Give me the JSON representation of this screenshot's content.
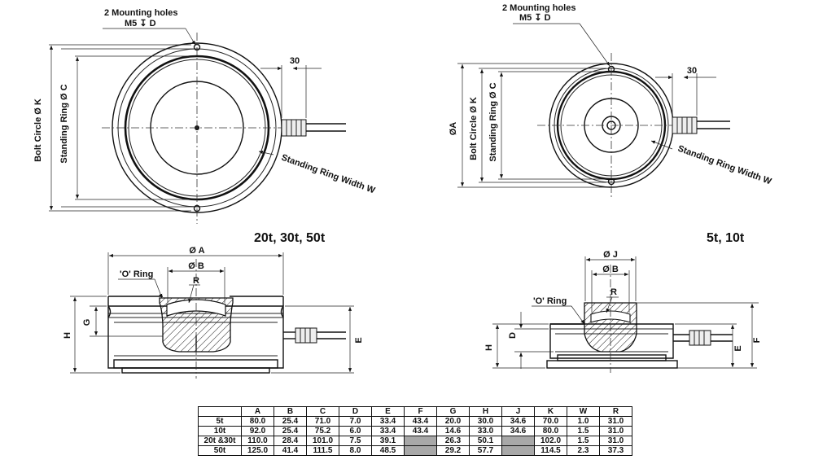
{
  "labels": {
    "mounting_holes_left": "2 Mounting holes",
    "mounting_thread_left": "M5 ↧ D",
    "mounting_holes_right": "2 Mounting holes",
    "mounting_thread_right": "M5 ↧ D",
    "bolt_circle_left": "Bolt Circle Ø K",
    "standing_ring_left": "Standing Ring Ø C",
    "bolt_circle_right": "Bolt Circle Ø K",
    "standing_ring_right": "Standing Ring Ø C",
    "diameter_a_right": "ØA",
    "width_w_left": "Standing Ring Width W",
    "width_w_right": "Standing Ring Width W",
    "dim_30_left": "30",
    "dim_30_right": "30",
    "caption_left": "20t, 30t, 50t",
    "caption_right": "5t, 10t",
    "dia_a": "Ø A",
    "dia_b_left": "Ø B",
    "dia_b_right": "Ø B",
    "dia_j": "Ø J",
    "oring_left": "'O' Ring",
    "oring_right": "'O' Ring",
    "r_left": "R",
    "r_right": "R",
    "g": "G",
    "h_left": "H",
    "e_left": "E",
    "h_right": "H",
    "d_right": "D",
    "e_right": "E",
    "f_right": "F"
  },
  "table": {
    "headers": [
      "",
      "A",
      "B",
      "C",
      "D",
      "E",
      "F",
      "G",
      "H",
      "J",
      "K",
      "W",
      "R"
    ],
    "rows": [
      [
        "5t",
        "80.0",
        "25.4",
        "71.0",
        "7.0",
        "33.4",
        "43.4",
        "20.0",
        "30.0",
        "34.6",
        "70.0",
        "1.0",
        "31.0"
      ],
      [
        "10t",
        "92.0",
        "25.4",
        "75.2",
        "6.0",
        "33.4",
        "43.4",
        "14.6",
        "33.0",
        "34.6",
        "80.0",
        "1.5",
        "31.0"
      ],
      [
        "20t &30t",
        "110.0",
        "28.4",
        "101.0",
        "7.5",
        "39.1",
        "",
        "26.3",
        "50.1",
        "",
        "102.0",
        "1.5",
        "31.0"
      ],
      [
        "50t",
        "125.0",
        "41.4",
        "111.5",
        "8.0",
        "48.5",
        "",
        "29.2",
        "57.7",
        "",
        "114.5",
        "2.3",
        "37.3"
      ]
    ],
    "shaded_color": "#a8a8a8"
  }
}
